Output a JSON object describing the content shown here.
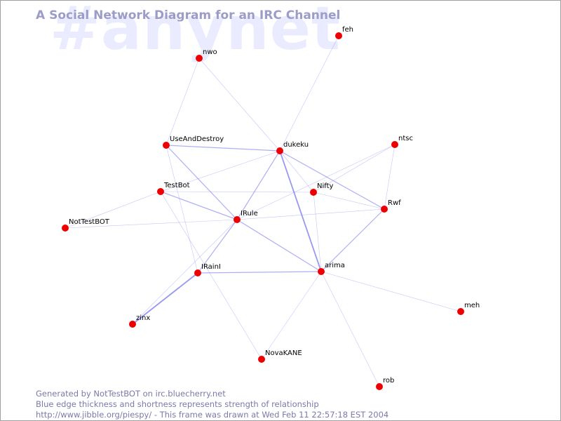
{
  "watermark": "#anynet",
  "title": "A Social Network Diagram for an IRC Channel",
  "colors": {
    "edge": "#8080f0",
    "node": "#ee0000",
    "watermark": "#ebebff",
    "title": "#9c9cc8",
    "footer": "#7a7aa8"
  },
  "nodes": [
    {
      "id": "feh",
      "label": "feh"
    },
    {
      "id": "nwo",
      "label": "nwo"
    },
    {
      "id": "UseAndDestroy",
      "label": "UseAndDestroy"
    },
    {
      "id": "dukeku",
      "label": "dukeku"
    },
    {
      "id": "ntsc",
      "label": "ntsc"
    },
    {
      "id": "TestBot",
      "label": "TestBot"
    },
    {
      "id": "Nifty",
      "label": "Nifty"
    },
    {
      "id": "Rwf",
      "label": "Rwf"
    },
    {
      "id": "NotTestBOT",
      "label": "NotTestBOT"
    },
    {
      "id": "IRule",
      "label": "IRule"
    },
    {
      "id": "IRainI",
      "label": "IRainI"
    },
    {
      "id": "arima",
      "label": "arima"
    },
    {
      "id": "meh",
      "label": "meh"
    },
    {
      "id": "zinx",
      "label": "zinx"
    },
    {
      "id": "NovaKANE",
      "label": "NovaKANE"
    },
    {
      "id": "rob",
      "label": "rob"
    }
  ],
  "edges": [
    {
      "source": "feh",
      "target": "dukeku",
      "strength": 1
    },
    {
      "source": "nwo",
      "target": "UseAndDestroy",
      "strength": 1
    },
    {
      "source": "nwo",
      "target": "dukeku",
      "strength": 1
    },
    {
      "source": "UseAndDestroy",
      "target": "dukeku",
      "strength": 2
    },
    {
      "source": "UseAndDestroy",
      "target": "IRule",
      "strength": 2
    },
    {
      "source": "UseAndDestroy",
      "target": "IRainI",
      "strength": 1
    },
    {
      "source": "dukeku",
      "target": "TestBot",
      "strength": 1
    },
    {
      "source": "dukeku",
      "target": "IRule",
      "strength": 2
    },
    {
      "source": "dukeku",
      "target": "arima",
      "strength": 3
    },
    {
      "source": "dukeku",
      "target": "Rwf",
      "strength": 2
    },
    {
      "source": "dukeku",
      "target": "Nifty",
      "strength": 1
    },
    {
      "source": "ntsc",
      "target": "Rwf",
      "strength": 1
    },
    {
      "source": "ntsc",
      "target": "Nifty",
      "strength": 1
    },
    {
      "source": "ntsc",
      "target": "IRule",
      "strength": 1
    },
    {
      "source": "TestBot",
      "target": "Nifty",
      "strength": 1
    },
    {
      "source": "TestBot",
      "target": "NotTestBOT",
      "strength": 1
    },
    {
      "source": "TestBot",
      "target": "IRule",
      "strength": 2
    },
    {
      "source": "TestBot",
      "target": "NovaKANE",
      "strength": 1
    },
    {
      "source": "Nifty",
      "target": "Rwf",
      "strength": 1
    },
    {
      "source": "Nifty",
      "target": "arima",
      "strength": 1
    },
    {
      "source": "Rwf",
      "target": "IRule",
      "strength": 1
    },
    {
      "source": "Rwf",
      "target": "arima",
      "strength": 2
    },
    {
      "source": "NotTestBOT",
      "target": "IRule",
      "strength": 1
    },
    {
      "source": "IRule",
      "target": "IRainI",
      "strength": 2
    },
    {
      "source": "IRule",
      "target": "arima",
      "strength": 2
    },
    {
      "source": "IRule",
      "target": "zinx",
      "strength": 1
    },
    {
      "source": "IRainI",
      "target": "arima",
      "strength": 2
    },
    {
      "source": "IRainI",
      "target": "zinx",
      "strength": 3
    },
    {
      "source": "arima",
      "target": "meh",
      "strength": 1
    },
    {
      "source": "arima",
      "target": "NovaKANE",
      "strength": 1
    },
    {
      "source": "arima",
      "target": "rob",
      "strength": 1
    }
  ],
  "footer": {
    "line1": "Generated by NotTestBOT on irc.bluecherry.net",
    "line2": "Blue edge thickness and shortness represents strength of relationship",
    "line3": "http://www.jibble.org/piespy/ - This frame was drawn at Wed Feb 11 22:57:18 EST 2004"
  }
}
